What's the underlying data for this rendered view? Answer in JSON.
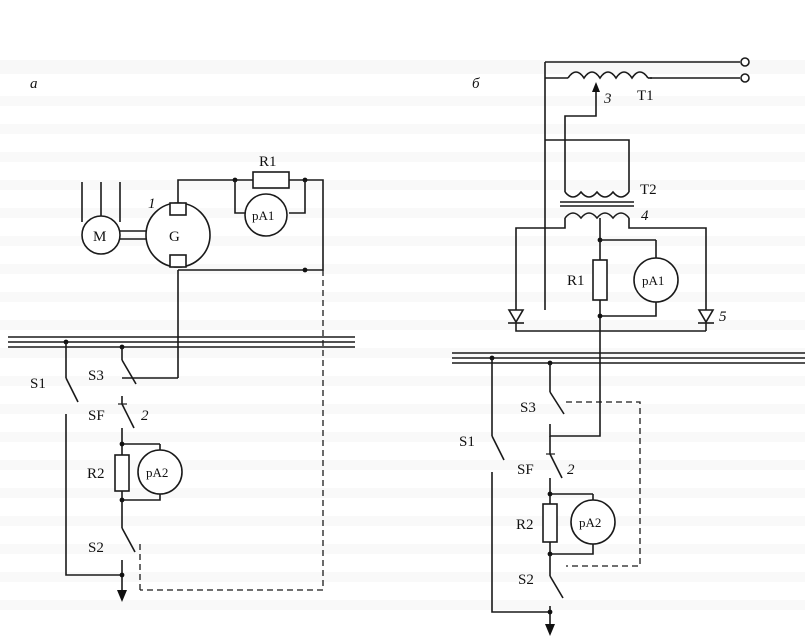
{
  "panels": {
    "a": {
      "letter": "а",
      "labels": {
        "M": "M",
        "G": "G",
        "R1": "R1",
        "pA1": "pA1",
        "R2": "R2",
        "pA2": "pA2",
        "S1": "S1",
        "S2": "S2",
        "S3": "S3",
        "SF": "SF",
        "n1": "1",
        "n2": "2"
      }
    },
    "b": {
      "letter": "б",
      "labels": {
        "T1": "T1",
        "T2": "T2",
        "R1": "R1",
        "pA1": "pA1",
        "R2": "R2",
        "pA2": "pA2",
        "S1": "S1",
        "S2": "S2",
        "S3": "S3",
        "SF": "SF",
        "n2": "2",
        "n3": "3",
        "n4": "4",
        "n5": "5"
      }
    }
  }
}
